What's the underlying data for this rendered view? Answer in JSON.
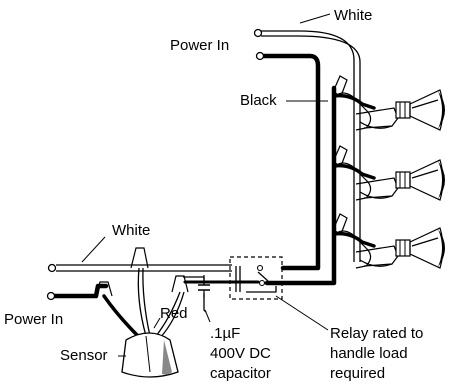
{
  "labels": {
    "white_top": "White",
    "power_in_top": "Power In",
    "black": "Black",
    "white_left": "White",
    "power_in_left": "Power In",
    "red": "Red",
    "sensor": "Sensor",
    "capacitor_line1": ".1µF",
    "capacitor_line2": "400V DC",
    "capacitor_line3": "capacitor",
    "relay_line1": "Relay rated to",
    "relay_line2": "handle load",
    "relay_line3": "required"
  },
  "fixtures": {
    "lamp_count": 3
  },
  "colors": {
    "ink": "#000000",
    "background": "#ffffff"
  }
}
